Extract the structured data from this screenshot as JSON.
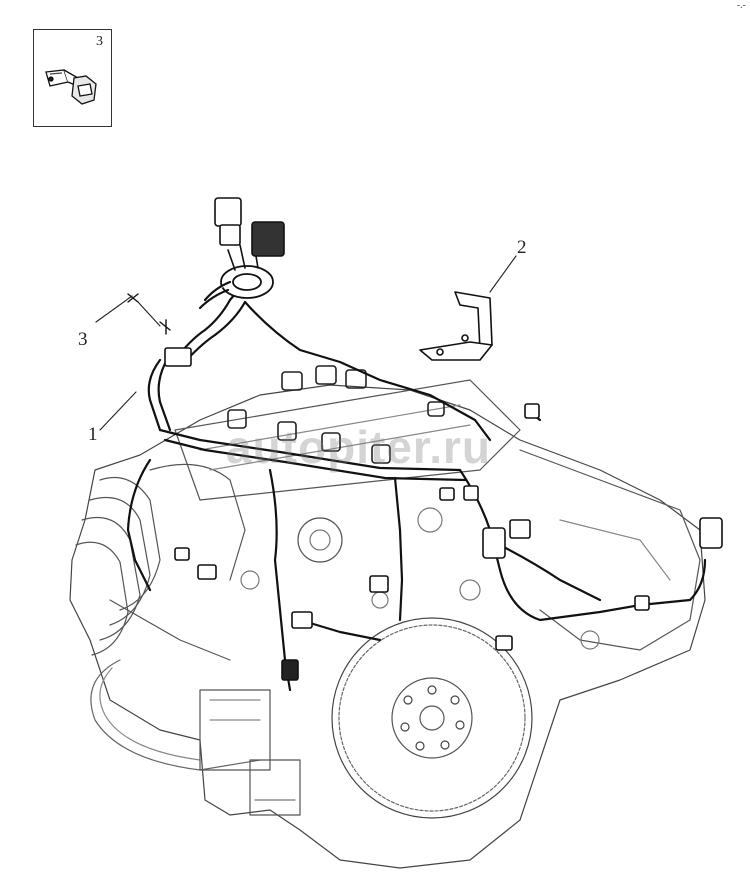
{
  "inset": {
    "part_number": "3"
  },
  "callouts": [
    {
      "id": "harness",
      "label": "1"
    },
    {
      "id": "bracket",
      "label": "2"
    },
    {
      "id": "bolt",
      "label": "3"
    }
  ],
  "watermark": "autopiter.ru",
  "corner_mark": "-.-",
  "colors": {
    "line": "#333333",
    "background": "#ffffff",
    "watermark": "#8a8a8a"
  }
}
